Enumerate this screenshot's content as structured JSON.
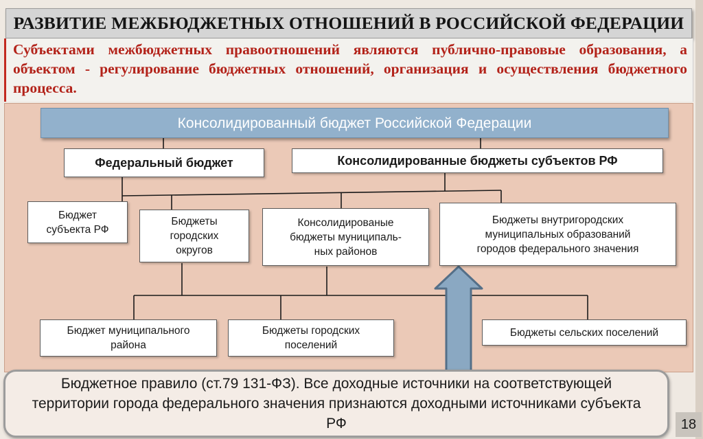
{
  "title": "РАЗВИТИЕ МЕЖБЮДЖЕТНЫХ ОТНОШЕНИЙ В РОССИЙСКОЙ ФЕДЕРАЦИИ",
  "intro": "Субъектами межбюджетных правоотношений являются публично-правовые образования, а объектом - регулирование бюджетных отношений, организация и осуществления бюджетного процесса.",
  "diagram": {
    "root": "Консолидированный бюджет Российской Федерации",
    "level1": {
      "federal": "Федеральный бюджет",
      "regional": "Консолидированные бюджеты субъектов РФ"
    },
    "level2": {
      "subject": [
        "Бюджет",
        "субъекта РФ"
      ],
      "city_districts": [
        "Бюджеты",
        "городских",
        "округов"
      ],
      "municipal_districts": [
        "Консолидированые",
        "бюджеты муниципаль-",
        "ных районов"
      ],
      "intracity": [
        "Бюджеты внутригородских",
        "муниципальных образований",
        "городов федерального значения"
      ]
    },
    "level3": {
      "municipal_district": [
        "Бюджет муниципального",
        "района"
      ],
      "urban_settlements": [
        "Бюджеты городских",
        "поселений"
      ],
      "rural_settlements": "Бюджеты сельских поселений"
    }
  },
  "rule": "Бюджетное правило (ст.79 131-ФЗ). Все доходные источники на соответствующей территории города федерального значения признаются доходными источниками субъекта РФ",
  "page_number": "18",
  "colors": {
    "title_bg": "#d5d5d5",
    "intro_text": "#b3231a",
    "diagram_bg": "#ebc9b7",
    "root_box": "#92b1cc",
    "arrow_fill": "#8aa8c2"
  }
}
